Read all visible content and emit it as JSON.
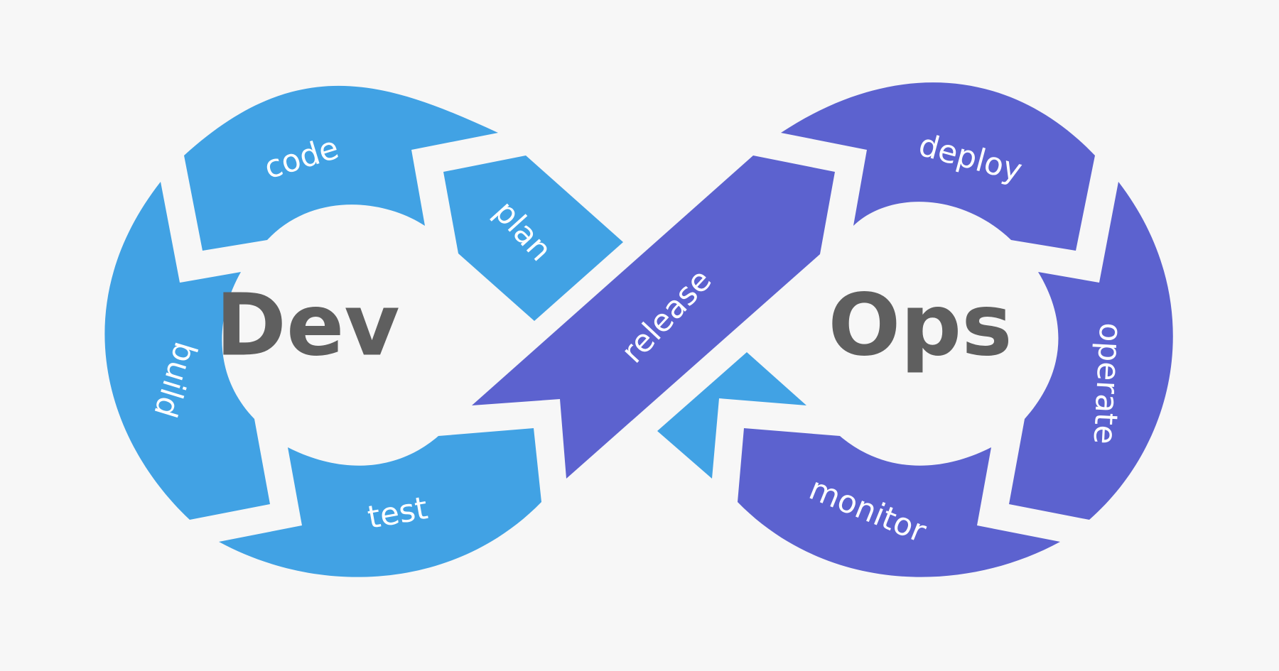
{
  "colors": {
    "background": "#f7f7f7",
    "dev": "#41a2e4",
    "ops": "#5c62cf",
    "center_text": "#5f5f5f",
    "segment_text": "#ffffff"
  },
  "center": {
    "dev_word": "Dev",
    "ops_word": "Ops"
  },
  "dev_stages": {
    "code": "code",
    "plan": "plan",
    "build": "build",
    "test": "test"
  },
  "ops_stages": {
    "release": "release",
    "deploy": "deploy",
    "operate": "operate",
    "monitor": "monitor"
  }
}
